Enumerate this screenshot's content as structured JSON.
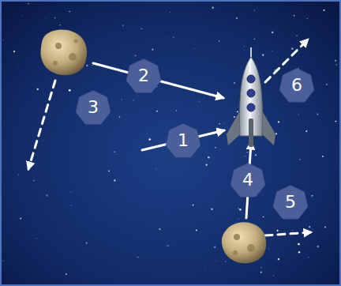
{
  "diagram": {
    "nodes": [
      {
        "text": [
          "2"
        ]
      },
      {
        "text": [
          "6"
        ]
      },
      {
        "text": [
          "3"
        ]
      },
      {
        "text": [
          "1"
        ]
      },
      {
        "text": [
          "4"
        ]
      },
      {
        "text": [
          "5"
        ]
      }
    ]
  }
}
